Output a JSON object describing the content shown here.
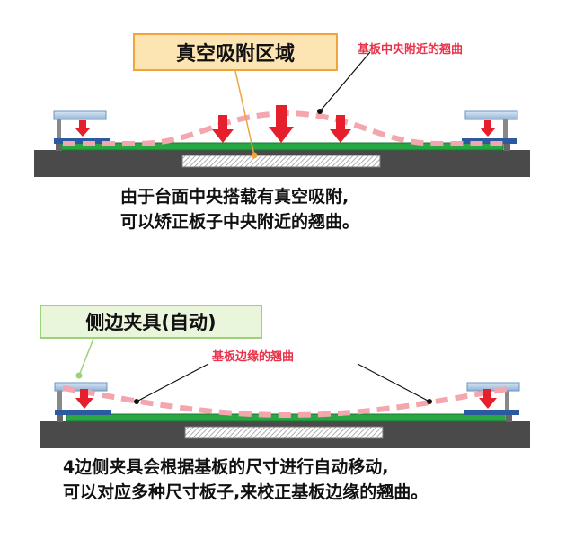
{
  "panel1": {
    "callout": "真空吸附区域",
    "warp_label": "基板中央附近的翘曲",
    "caption_lines": [
      "由于台面中央搭载有真空吸附,",
      "可以矫正板子中央附近的翘曲。"
    ]
  },
  "panel2": {
    "callout": "侧边夹具(自动)",
    "warp_label": "基板边缘的翘曲",
    "caption_lines": [
      "4边侧夹具会根据基板的尺寸进行自动移动,",
      "可以对应多种尺寸板子,来校正基板边缘的翘曲。"
    ]
  },
  "colors": {
    "base": "#4a4a4a",
    "board": "#27a844",
    "board_edge": "#1a7a30",
    "warp_dash": "#f4a6ae",
    "arrow": "#e51f2c",
    "clamp_pad": "#2b5a9e",
    "clamp_bar": "#a6c6e6",
    "orange_border": "#f0a43a",
    "orange_fill": "#fde4b3",
    "green_border": "#9bd27a",
    "green_fill": "#e9f6dc",
    "label_red": "#e8334a"
  }
}
